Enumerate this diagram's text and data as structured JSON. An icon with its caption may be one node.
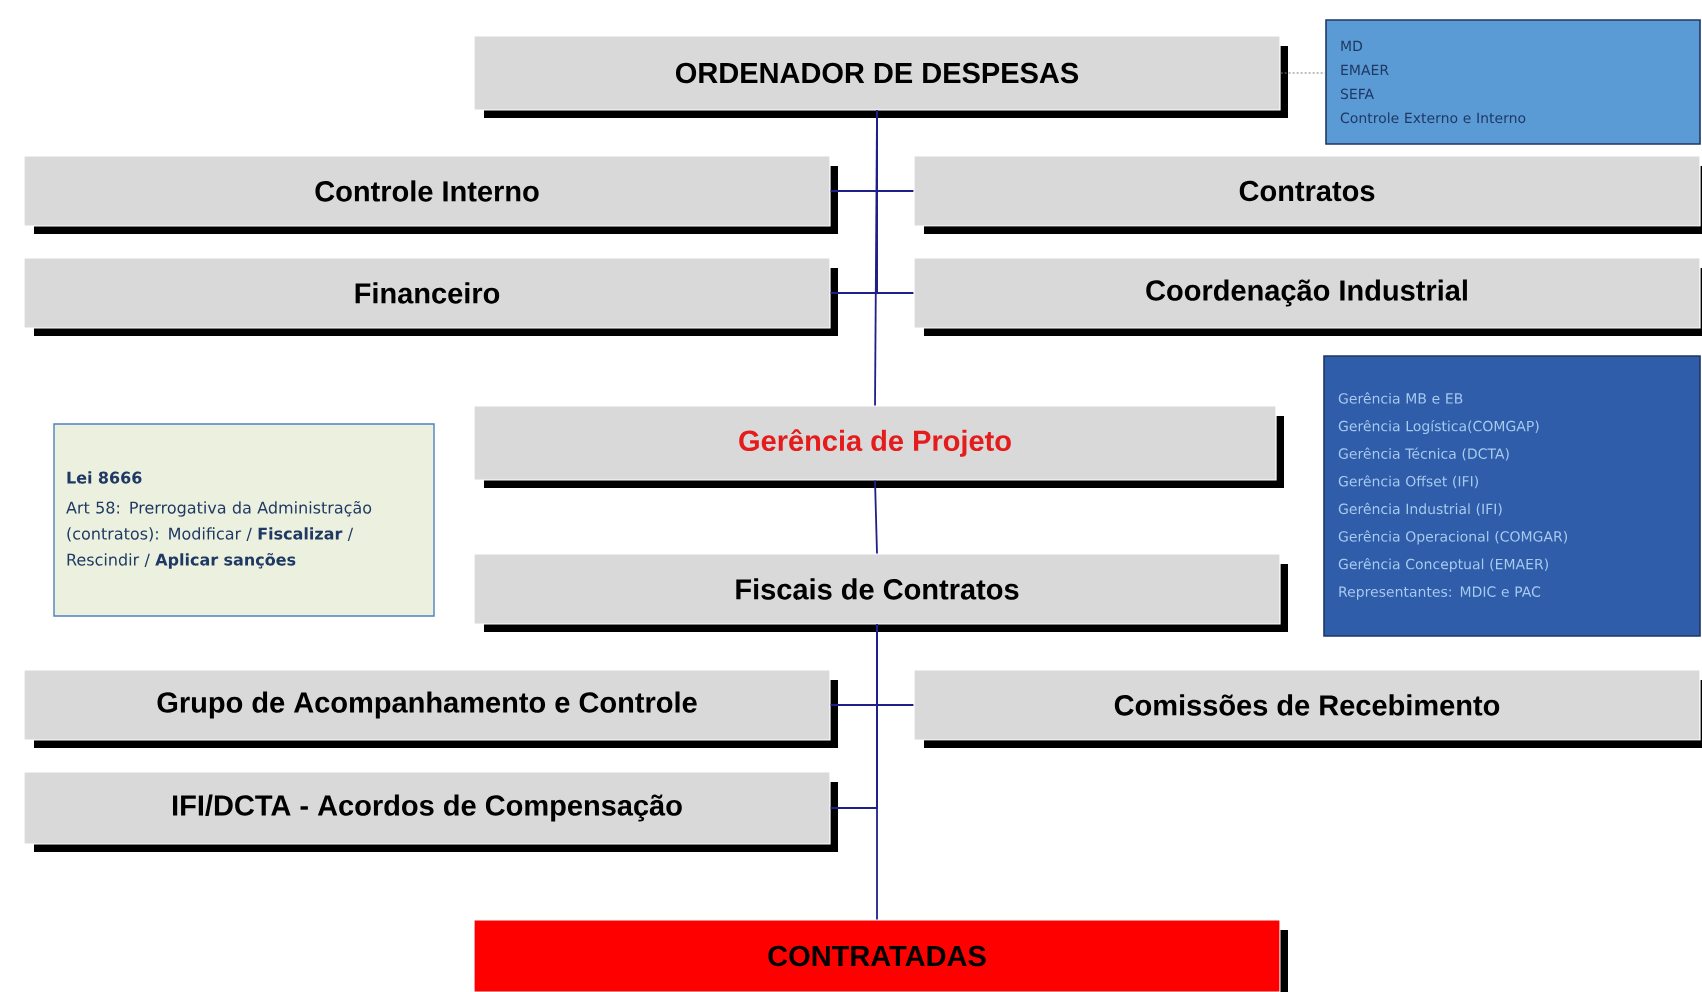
{
  "diagram": {
    "nodes": [
      {
        "text": [
          "ORDENADOR DE DESPESAS"
        ]
      },
      {
        "text": [
          "MD",
          "EMAER",
          "SEFA",
          "Controle Externo e Interno"
        ]
      },
      {
        "text": [
          "Controle Interno"
        ]
      },
      {
        "text": [
          "Contratos"
        ]
      },
      {
        "text": [
          "Financeiro"
        ]
      },
      {
        "text": [
          "Coordenação Industrial"
        ]
      },
      {
        "text": [
          "Lei 8666",
          "Art 58: Prerrogativa da Administração (contratos): Modificar / **Fiscalizar** / Rescindir / **Aplicar sanções**"
        ]
      },
      {
        "text": [
          "Gerência de Projeto"
        ]
      },
      {
        "text": [
          "Gerência MB e EB",
          "Gerência Logística(COMGAP)",
          "Gerência Técnica (DCTA)",
          "Gerência Offset (IFI)",
          "Gerência Industrial (IFI)",
          "Gerência Operacional (COMGAR)",
          "Gerência Conceptual  (EMAER)",
          "Representantes: MDIC e PAC"
        ]
      },
      {
        "text": [
          "Fiscais de Contratos"
        ]
      },
      {
        "text": [
          "Grupo de Acompanhamento e Controle"
        ]
      },
      {
        "text": [
          "Comissões de Recebimento"
        ]
      },
      {
        "text": [
          "IFI/DCTA - Acordos de Compensação"
        ]
      },
      {
        "text": [
          "CONTRATADAS"
        ]
      }
    ],
    "edges": [
      {
        "from": 0,
        "to": 1,
        "arrow": "none",
        "style": "dashed",
        "color": "#808080"
      },
      {
        "from": 0,
        "to": 2,
        "arrow": "none"
      },
      {
        "from": 0,
        "to": 3,
        "arrow": "none"
      },
      {
        "from": 0,
        "to": 4,
        "arrow": "none"
      },
      {
        "from": 0,
        "to": 5,
        "arrow": "none"
      },
      {
        "from": 0,
        "to": 7,
        "arrow": "none"
      },
      {
        "from": 7,
        "to": 9,
        "arrow": "none"
      },
      {
        "from": 9,
        "to": 10,
        "arrow": "none"
      },
      {
        "from": 9,
        "to": 11,
        "arrow": "none"
      },
      {
        "from": 9,
        "to": 12,
        "arrow": "none"
      },
      {
        "from": 9,
        "to": 13,
        "arrow": "none"
      }
    ]
  }
}
